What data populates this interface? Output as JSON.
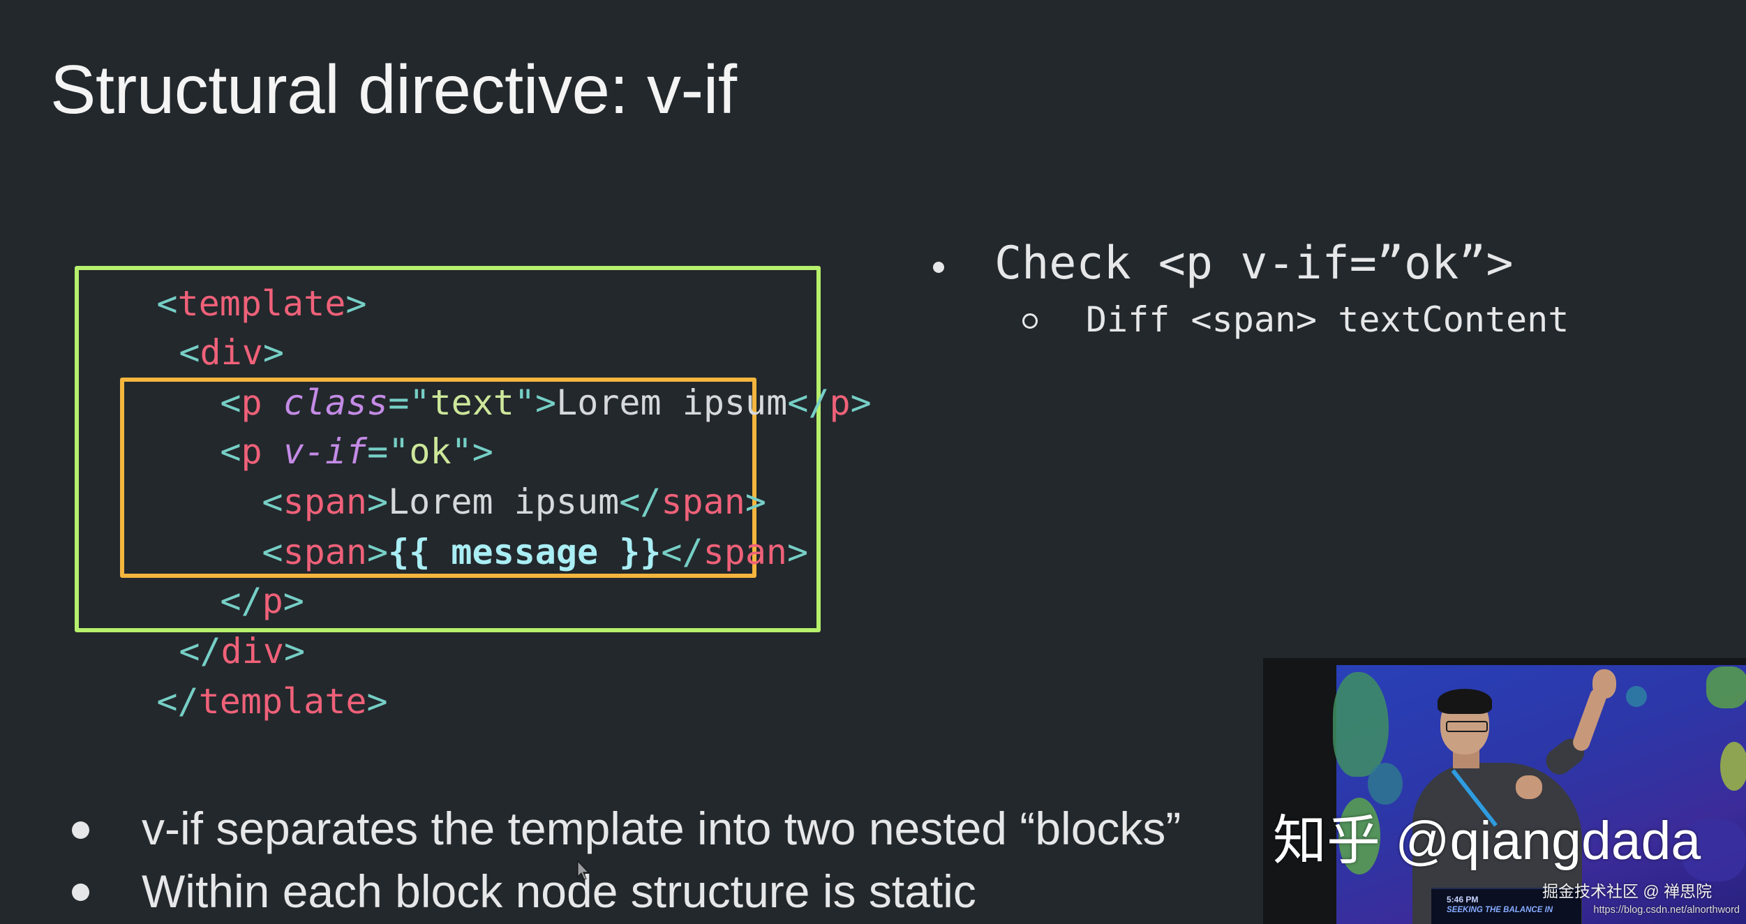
{
  "slide": {
    "title": "Structural directive: v-if"
  },
  "code": {
    "lines": [
      [
        "<",
        "template",
        ">"
      ],
      [
        "<",
        "div",
        ">"
      ],
      [
        "<",
        "p",
        " class",
        "=\"",
        "text",
        "\">",
        "Lorem ipsum",
        "</",
        "p",
        ">"
      ],
      [
        "<",
        "p",
        " v-if",
        "=\"",
        "ok",
        "\">"
      ],
      [
        "<",
        "span",
        ">",
        "Lorem ipsum",
        "</",
        "span",
        ">"
      ],
      [
        "<",
        "span",
        ">",
        "{{ message }}",
        "</",
        "span",
        ">"
      ],
      [
        "</",
        "p",
        ">"
      ],
      [
        "</",
        "div",
        ">"
      ],
      [
        "</",
        "template",
        ">"
      ]
    ]
  },
  "right_bullets": [
    {
      "text": "Check <p v-if=”ok”>",
      "sub": [
        "Diff <span> textContent"
      ]
    }
  ],
  "bottom_bullets": [
    "v-if separates the template into two nested “blocks”",
    "Within each block node structure is static"
  ],
  "speaker_video": {
    "monitor_time": "5:46 PM",
    "monitor_title": "SEEKING THE BALANCE IN"
  },
  "watermark": {
    "main": "知乎 @qiangdada",
    "secondary": "掘金技术社区 @ 禅思院",
    "url": "https://blog.csdn.net/alnorthword"
  },
  "colors": {
    "background": "#23282c",
    "title": "#f4f4f4",
    "body_text": "#e6e7e8",
    "green_box": "#b6f06c",
    "orange_box": "#f4b63e",
    "punct": "#76cfc6",
    "tag": "#ef6179",
    "attr": "#c48be6",
    "value": "#cde79a",
    "text": "#d6d9dc",
    "mustache": "#a9eef4"
  }
}
